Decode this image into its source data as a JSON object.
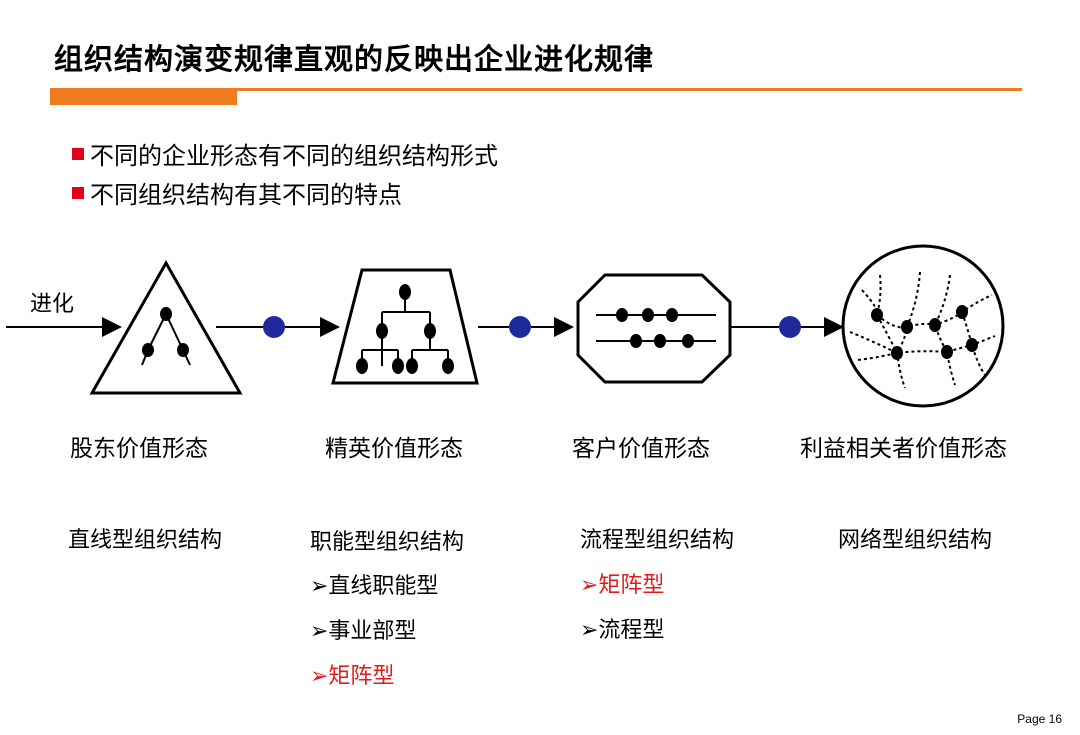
{
  "title": "组织结构演变规律直观的反映出企业进化规律",
  "bullets": [
    "不同的企业形态有不同的组织结构形式",
    "不同组织结构有其不同的特点"
  ],
  "evolution_label": "进化",
  "stages": [
    "股东价值形态",
    "精英价值形态",
    "客户价值形态",
    "利益相关者价值形态"
  ],
  "structures": [
    "直线型组织结构",
    "职能型组织结构",
    "流程型组织结构",
    "网络型组织结构"
  ],
  "functional_subtypes": [
    "➢直线职能型",
    "➢事业部型",
    "➢矩阵型"
  ],
  "process_subtypes": [
    "➢矩阵型",
    "➢流程型"
  ],
  "page_label": "Page 16",
  "colors": {
    "accent_orange": "#f07a1e",
    "bullet_red": "#e3001b",
    "highlight_red": "#e31b1b",
    "node_blue": "#1e2a9c"
  }
}
